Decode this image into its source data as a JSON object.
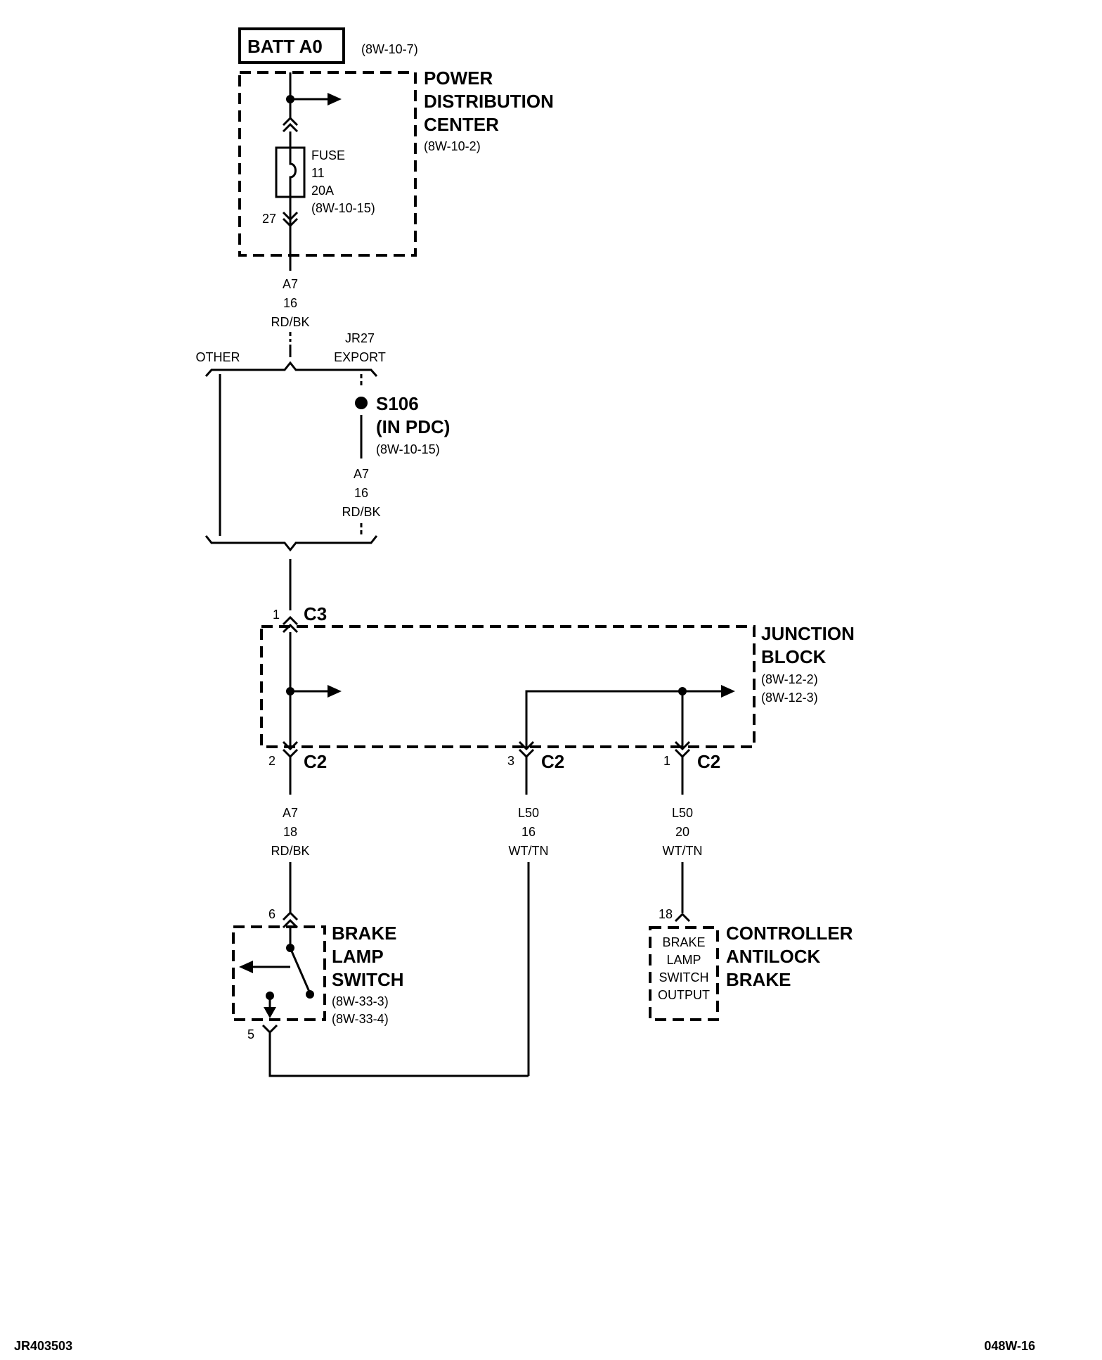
{
  "batt": {
    "label": "BATT A0",
    "ref": "(8W-10-7)"
  },
  "pdc": {
    "name_line1": "POWER",
    "name_line2": "DISTRIBUTION",
    "name_line3": "CENTER",
    "ref": "(8W-10-2)"
  },
  "fuse": {
    "line1": "FUSE",
    "line2": "11",
    "line3": "20A",
    "ref": "(8W-10-15)",
    "pin": "27"
  },
  "wire_a7_top": {
    "code": "A7",
    "gauge": "16",
    "color": "RD/BK"
  },
  "branch": {
    "other": "OTHER",
    "jr27": "JR27",
    "export": "EXPORT"
  },
  "splice": {
    "name": "S106",
    "location": "(IN PDC)",
    "ref": "(8W-10-15)"
  },
  "wire_a7_mid": {
    "code": "A7",
    "gauge": "16",
    "color": "RD/BK"
  },
  "c3": {
    "pin": "1",
    "name": "C3"
  },
  "junction": {
    "name_line1": "JUNCTION",
    "name_line2": "BLOCK",
    "ref1": "(8W-12-2)",
    "ref2": "(8W-12-3)"
  },
  "c2_a": {
    "pin": "2",
    "name": "C2"
  },
  "c2_b": {
    "pin": "3",
    "name": "C2"
  },
  "c2_c": {
    "pin": "1",
    "name": "C2"
  },
  "wire_a7_low": {
    "code": "A7",
    "gauge": "18",
    "color": "RD/BK"
  },
  "wire_l50_16": {
    "code": "L50",
    "gauge": "16",
    "color": "WT/TN"
  },
  "wire_l50_20": {
    "code": "L50",
    "gauge": "20",
    "color": "WT/TN"
  },
  "brake_switch": {
    "pin_top": "6",
    "pin_bottom": "5",
    "name_line1": "BRAKE",
    "name_line2": "LAMP",
    "name_line3": "SWITCH",
    "ref1": "(8W-33-3)",
    "ref2": "(8W-33-4)"
  },
  "cab": {
    "pin": "18",
    "inner1": "BRAKE",
    "inner2": "LAMP",
    "inner3": "SWITCH",
    "inner4": "OUTPUT",
    "name_line1": "CONTROLLER",
    "name_line2": "ANTILOCK",
    "name_line3": "BRAKE"
  },
  "footer": {
    "left": "JR403503",
    "right": "048W-16"
  }
}
